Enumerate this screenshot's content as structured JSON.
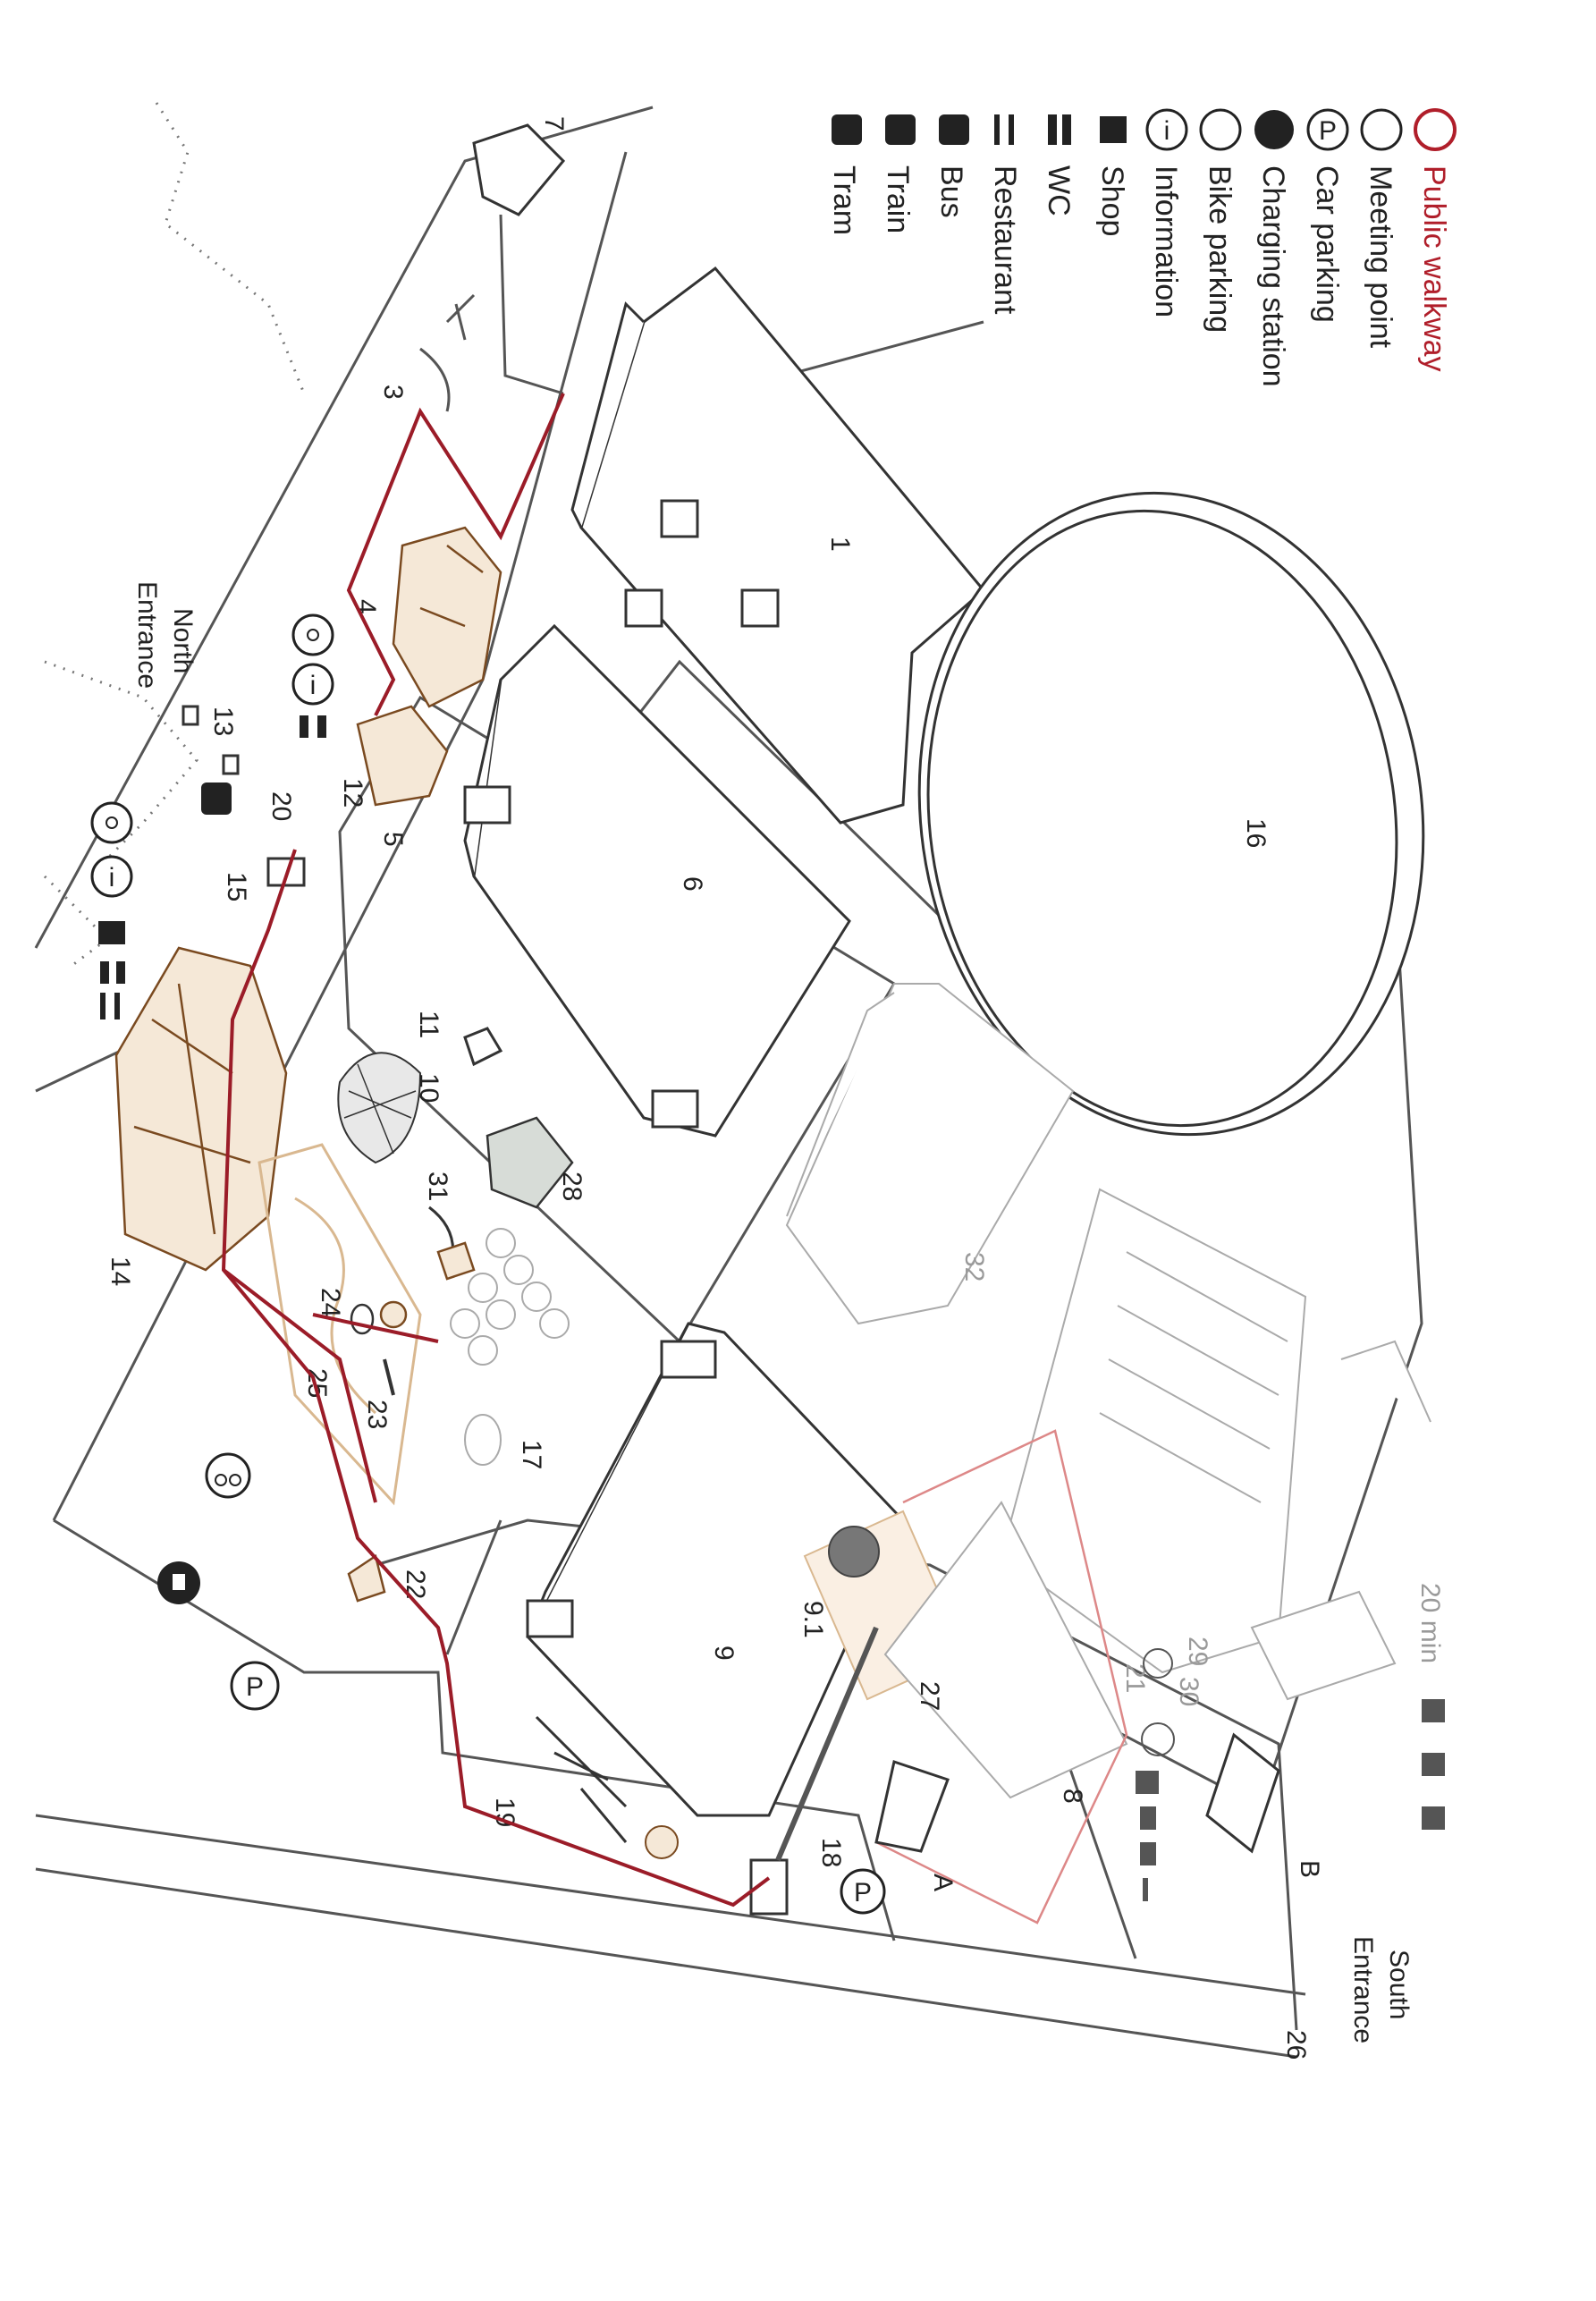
{
  "colors": {
    "walkway": "#9b1c28",
    "ink": "#222222",
    "sculpture": "#f5e8d7",
    "sculpture_stroke": "#7a4a20"
  },
  "legend": {
    "items": [
      {
        "icon": "walkway-ring-icon",
        "label": "Public walkway"
      },
      {
        "icon": "meeting-point-icon",
        "label": "Meeting point"
      },
      {
        "icon": "car-parking-icon",
        "label": "Car parking"
      },
      {
        "icon": "charging-station-icon",
        "label": "Charging station"
      },
      {
        "icon": "bike-parking-icon",
        "label": "Bike parking"
      },
      {
        "icon": "information-icon",
        "label": "Information"
      },
      {
        "icon": "shop-icon",
        "label": "Shop"
      },
      {
        "icon": "wc-icon",
        "label": "WC"
      },
      {
        "icon": "restaurant-icon",
        "label": "Restaurant"
      },
      {
        "icon": "bus-icon",
        "label": "Bus"
      },
      {
        "icon": "train-icon",
        "label": "Train"
      },
      {
        "icon": "tram-icon",
        "label": "Tram"
      }
    ]
  },
  "entrances": {
    "north_line1": "North",
    "north_line2": "Entrance",
    "south_line1": "South",
    "south_line2": "Entrance"
  },
  "buildings": {
    "b1": "1",
    "b3": "3",
    "b4": "4",
    "b5": "5",
    "b6": "6",
    "b7": "7",
    "b8": "8",
    "b9": "9",
    "b9_1": "9.1",
    "b10": "10",
    "b11": "11",
    "b12": "12",
    "b13": "13",
    "b14": "14",
    "b15": "15",
    "b16": "16",
    "b17": "17",
    "b18": "18",
    "b19": "19",
    "b20": "20",
    "b21": "21",
    "b22": "22",
    "b23": "23",
    "b24": "24",
    "b25": "25",
    "b26": "26",
    "b27": "27",
    "b28": "28",
    "b29": "29",
    "b30": "30",
    "b31": "31",
    "b32": "32",
    "bA": "A",
    "bB": "B"
  },
  "south_note": "20 min",
  "symbols": {
    "parking": "P",
    "info": "i"
  }
}
